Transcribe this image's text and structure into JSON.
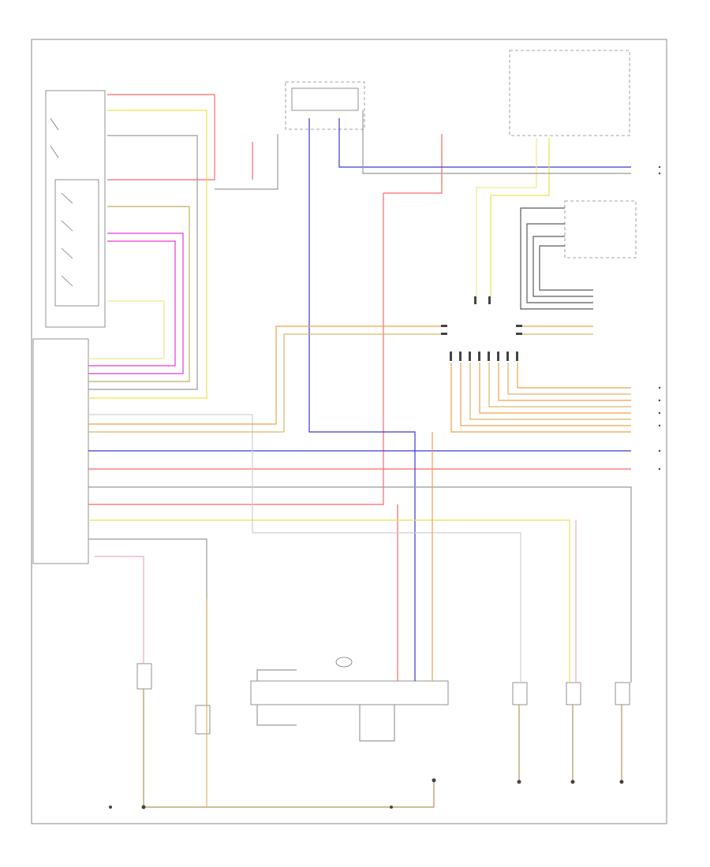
{
  "footer_code": "",
  "colors": {
    "black": "#5a5a5a",
    "gray": "#9a9a9a",
    "red": "#f26b6b",
    "blue": "#3a3ad8",
    "yellow": "#e9e34f",
    "yellow_light": "#efe98a",
    "orange": "#f0a24a",
    "magenta": "#e23ad6",
    "brown": "#b7935c",
    "tan": "#d9b66a",
    "pink": "#f3a8b8",
    "olive": "#b8b060"
  },
  "components": [
    {
      "id": "left-module",
      "label": "",
      "rect": true
    },
    {
      "id": "light-switch",
      "label": "",
      "rect": true
    },
    {
      "id": "fuse-block-top",
      "label": "",
      "rect": true
    },
    {
      "id": "instrument-cluster",
      "label": "",
      "rect": true
    },
    {
      "id": "headlight-module",
      "label": "",
      "rect": true
    },
    {
      "id": "rear-module",
      "label": "",
      "rect": true
    }
  ]
}
